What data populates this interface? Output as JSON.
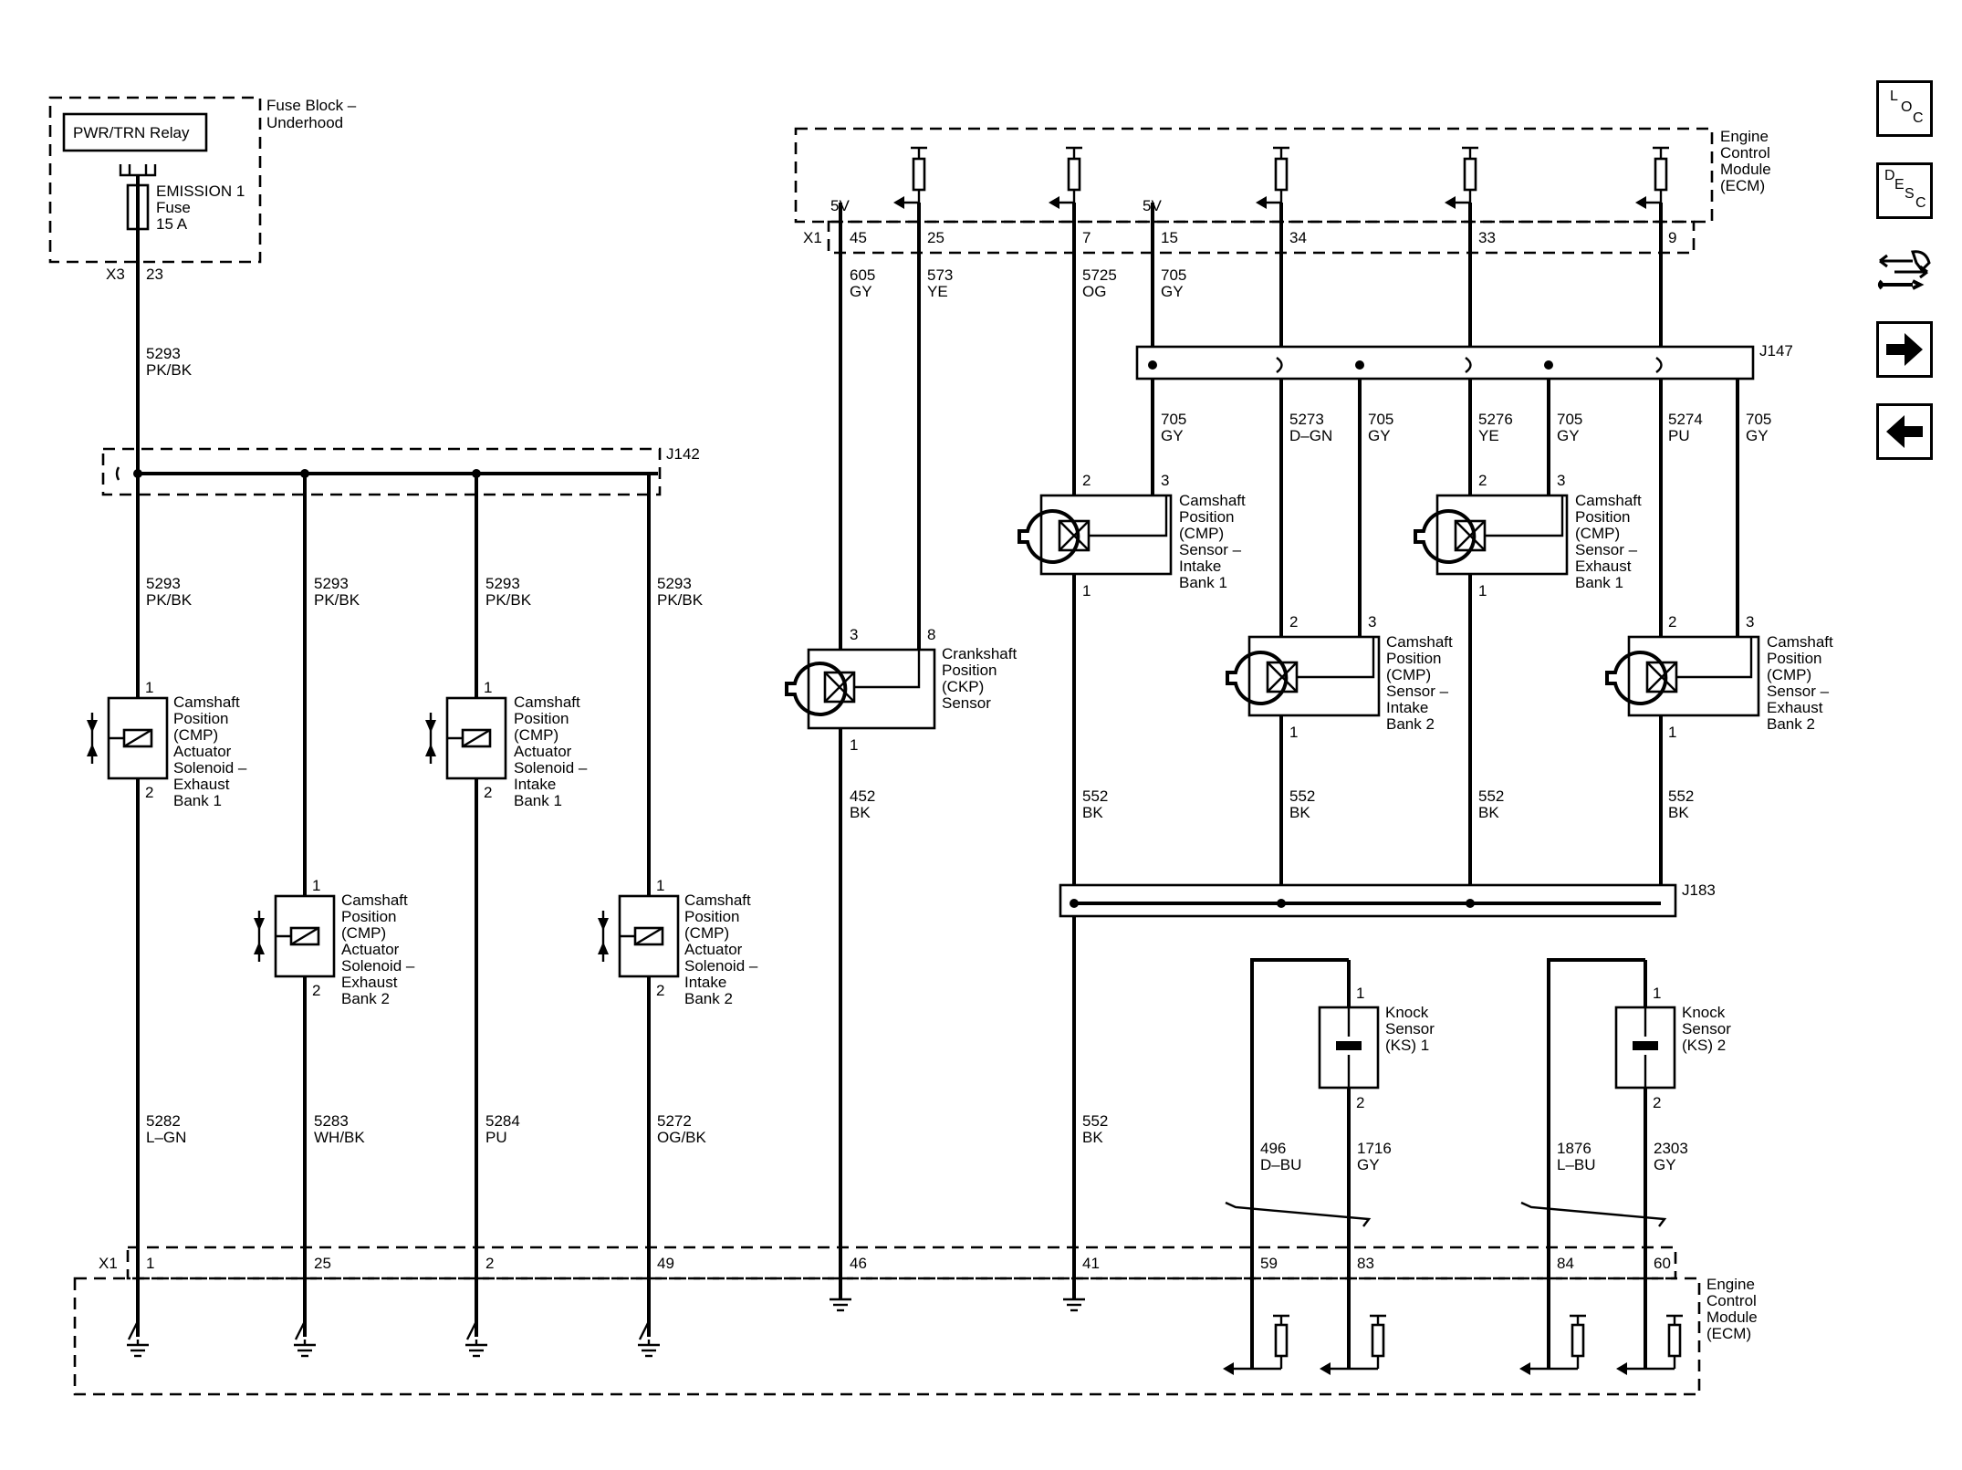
{
  "fuse_block": {
    "label": "Fuse Block –\nUnderhood",
    "relay": "PWR/TRN Relay",
    "fuse": "EMISSION 1\nFuse\n15 A",
    "conn": "X3",
    "pin": "23"
  },
  "ecm": {
    "label": "Engine\nControl\nModule\n(ECM)",
    "conn": "X1",
    "v5": "5V"
  },
  "wires_left": {
    "feed_num": "5293",
    "feed_color": "PK/BK",
    "splice": "J142",
    "branches": [
      {
        "num": "5293",
        "color": "PK/BK"
      },
      {
        "num": "5293",
        "color": "PK/BK"
      },
      {
        "num": "5293",
        "color": "PK/BK"
      },
      {
        "num": "5293",
        "color": "PK/BK"
      }
    ],
    "returns": [
      {
        "num": "5282",
        "color": "L–GN",
        "pin": "1"
      },
      {
        "num": "5283",
        "color": "WH/BK",
        "pin": "25"
      },
      {
        "num": "5284",
        "color": "PU",
        "pin": "2"
      },
      {
        "num": "5272",
        "color": "OG/BK",
        "pin": "49"
      }
    ]
  },
  "solenoids": [
    {
      "label": "Camshaft\nPosition\n(CMP)\nActuator\nSolenoid –\nExhaust\nBank 1",
      "p1": "1",
      "p2": "2"
    },
    {
      "label": "Camshaft\nPosition\n(CMP)\nActuator\nSolenoid –\nExhaust\nBank 2",
      "p1": "1",
      "p2": "2"
    },
    {
      "label": "Camshaft\nPosition\n(CMP)\nActuator\nSolenoid –\nIntake\nBank 1",
      "p1": "1",
      "p2": "2"
    },
    {
      "label": "Camshaft\nPosition\n(CMP)\nActuator\nSolenoid –\nIntake\nBank 2",
      "p1": "1",
      "p2": "2"
    }
  ],
  "top_pins": [
    "45",
    "25",
    "7",
    "15",
    "34",
    "33",
    "9"
  ],
  "top_wires": [
    {
      "num": "605",
      "color": "GY"
    },
    {
      "num": "573",
      "color": "YE"
    },
    {
      "num": "5725",
      "color": "OG"
    },
    {
      "num": "705",
      "color": "GY"
    }
  ],
  "j147": {
    "label": "J147",
    "wires": [
      {
        "num": "705",
        "color": "GY"
      },
      {
        "num": "5273",
        "color": "D–GN"
      },
      {
        "num": "705",
        "color": "GY"
      },
      {
        "num": "5276",
        "color": "YE"
      },
      {
        "num": "705",
        "color": "GY"
      },
      {
        "num": "5274",
        "color": "PU"
      },
      {
        "num": "705",
        "color": "GY"
      }
    ]
  },
  "sensors": [
    {
      "label": "Crankshaft\nPosition\n(CKP)\nSensor",
      "pa": "3",
      "pb": "8",
      "pc": "1"
    },
    {
      "label": "Camshaft\nPosition\n(CMP)\nSensor –\nIntake\nBank 1",
      "pa": "2",
      "pb": "3",
      "pc": "1"
    },
    {
      "label": "Camshaft\nPosition\n(CMP)\nSensor –\nExhaust\nBank 1",
      "pa": "2",
      "pb": "3",
      "pc": "1"
    },
    {
      "label": "Camshaft\nPosition\n(CMP)\nSensor –\nIntake\nBank 2",
      "pa": "2",
      "pb": "3",
      "pc": "1"
    },
    {
      "label": "Camshaft\nPosition\n(CMP)\nSensor –\nExhaust\nBank 2",
      "pa": "2",
      "pb": "3",
      "pc": "1"
    }
  ],
  "ground_wires": [
    {
      "num": "452",
      "color": "BK"
    },
    {
      "num": "552",
      "color": "BK"
    },
    {
      "num": "552",
      "color": "BK"
    },
    {
      "num": "552",
      "color": "BK"
    },
    {
      "num": "552",
      "color": "BK"
    },
    {
      "num": "552",
      "color": "BK"
    }
  ],
  "j183": {
    "label": "J183"
  },
  "knock": [
    {
      "label": "Knock\nSensor\n(KS) 1",
      "p1": "1",
      "p2": "2",
      "w1": {
        "num": "496",
        "color": "D–BU"
      },
      "w2": {
        "num": "1716",
        "color": "GY"
      }
    },
    {
      "label": "Knock\nSensor\n(KS) 2",
      "p1": "1",
      "p2": "2",
      "w1": {
        "num": "1876",
        "color": "L–BU"
      },
      "w2": {
        "num": "2303",
        "color": "GY"
      }
    }
  ],
  "bottom_pins": [
    "46",
    "41",
    "59",
    "83",
    "84",
    "60"
  ],
  "nav": {
    "loc": [
      "L",
      "O",
      "C"
    ],
    "desc": [
      "D",
      "E",
      "S",
      "C"
    ],
    "icon_connector": "connector-wrench-icon",
    "icon_next": "arrow-right-icon",
    "icon_prev": "arrow-left-icon"
  }
}
